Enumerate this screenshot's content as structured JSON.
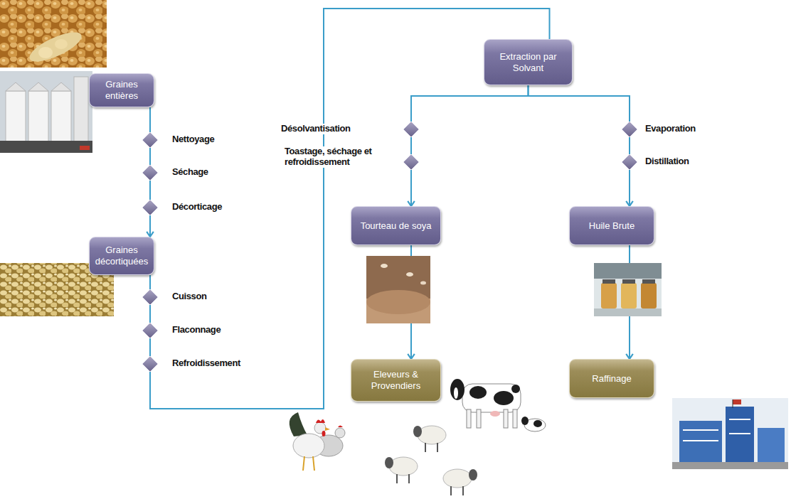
{
  "diagram": {
    "nodes": [
      {
        "text": [
          "Graines entières"
        ]
      },
      {
        "text": [
          "Graines décortiquées"
        ]
      },
      {
        "text": [
          "Extraction par Solvant"
        ]
      },
      {
        "text": [
          "Tourteau de soya"
        ]
      },
      {
        "text": [
          "Huile Brute"
        ]
      },
      {
        "text": [
          "Eleveurs & Provendiers"
        ]
      },
      {
        "text": [
          "Raffinage"
        ]
      }
    ],
    "edges": [
      {
        "from": 0,
        "to": 1,
        "arrow": "to"
      },
      {
        "from": 1,
        "to": 2,
        "arrow": "none"
      },
      {
        "from": 2,
        "to": 3,
        "arrow": "to"
      },
      {
        "from": 2,
        "to": 4,
        "arrow": "to"
      },
      {
        "from": 3,
        "to": 5,
        "arrow": "to"
      },
      {
        "from": 4,
        "to": 6,
        "arrow": "to"
      }
    ],
    "labels": [
      "Nettoyage",
      "Séchage",
      "Décorticage",
      "Cuisson",
      "Flaconnage",
      "Refroidissement",
      "Désolvantisation",
      "Toastage, séchage et refroidissement",
      "Evaporation",
      "Distillation"
    ]
  }
}
